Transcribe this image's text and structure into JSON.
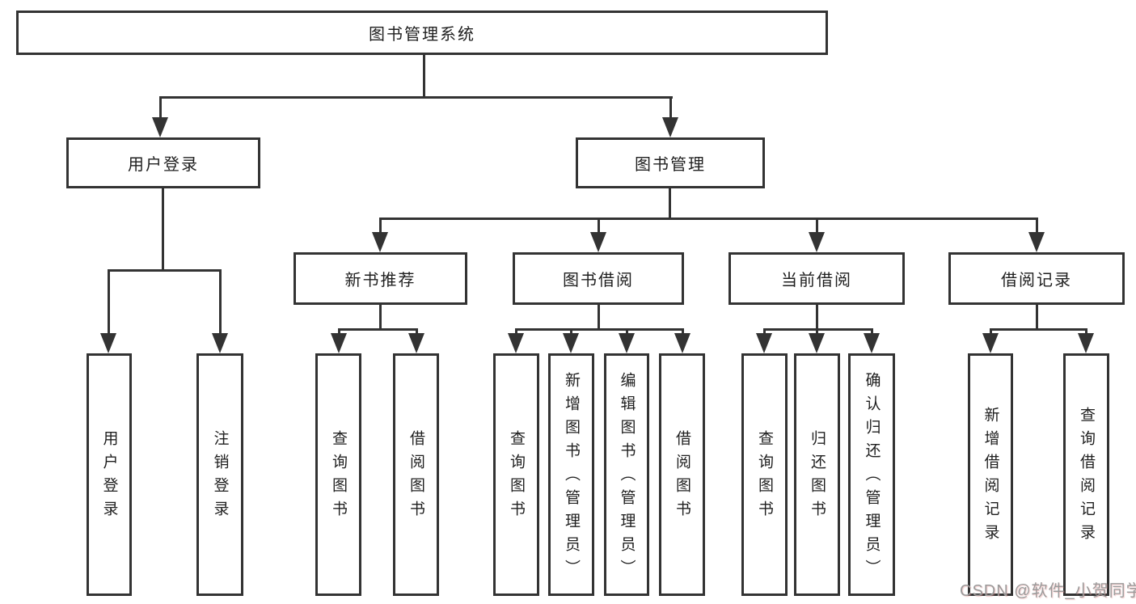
{
  "diagram_type": "hierarchy-tree",
  "colors": {
    "background": "#ffffff",
    "line": "#333333",
    "box_border": "#333333",
    "text": "#1f1f1f",
    "watermark": "#9b9b9b"
  },
  "tree": {
    "label": "图书管理系统",
    "children": [
      {
        "label": "用户登录",
        "children": [
          {
            "label": "用户登录"
          },
          {
            "label": "注销登录"
          }
        ]
      },
      {
        "label": "图书管理",
        "children": [
          {
            "label": "新书推荐",
            "children": [
              {
                "label": "查询图书"
              },
              {
                "label": "借阅图书"
              }
            ]
          },
          {
            "label": "图书借阅",
            "children": [
              {
                "label": "查询图书"
              },
              {
                "label": "新增图书（管理员）"
              },
              {
                "label": "编辑图书（管理员）"
              },
              {
                "label": "借阅图书"
              }
            ]
          },
          {
            "label": "当前借阅",
            "children": [
              {
                "label": "查询图书"
              },
              {
                "label": "归还图书"
              },
              {
                "label": "确认归还（管理员）"
              }
            ]
          },
          {
            "label": "借阅记录",
            "children": [
              {
                "label": "新增借阅记录"
              },
              {
                "label": "查询借阅记录"
              }
            ]
          }
        ]
      }
    ]
  },
  "watermark": {
    "text": "CSDN @软件_小贺同学"
  }
}
